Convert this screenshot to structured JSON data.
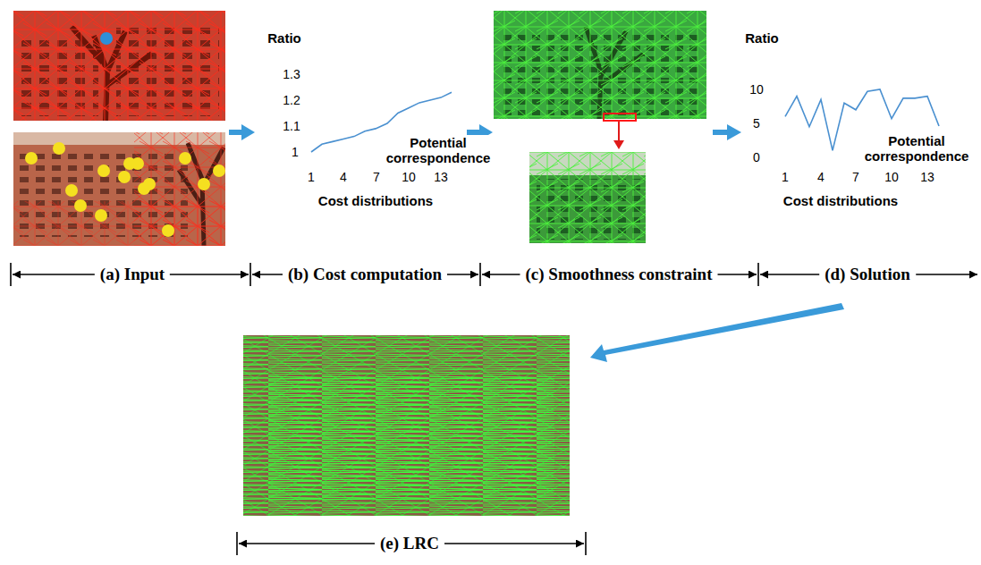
{
  "diagram": {
    "labels": [
      "Ratio",
      "1.3",
      "1.2",
      "1.1",
      "1",
      "Potential correspondence",
      "1",
      "4",
      "7",
      "10",
      "13",
      "Cost distributions",
      "Ratio",
      "10",
      "5",
      "0",
      "Potential correspondence",
      "1",
      "4",
      "7",
      "10",
      "13",
      "Cost distributions",
      "(a) Input",
      "(b) Cost computation",
      "(c) Smoothness constraint",
      "(d) Solution",
      "(e) LRC"
    ]
  }
}
